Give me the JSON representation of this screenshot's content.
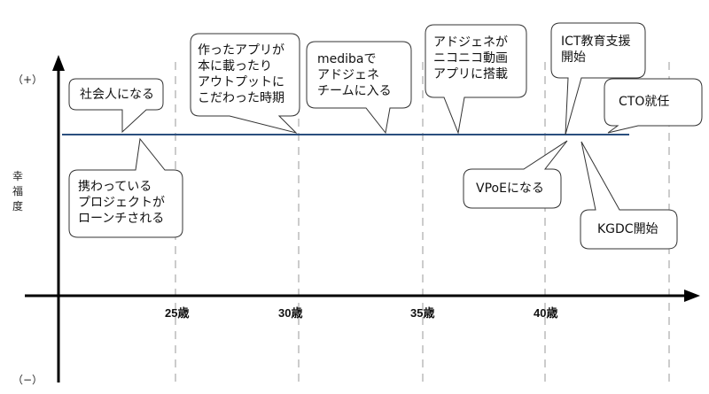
{
  "y_axis": {
    "plus_label": "（+）",
    "minus_label": "（−）",
    "title_chars": [
      "幸",
      "福",
      "度"
    ]
  },
  "x_axis": {
    "ticks": [
      {
        "age": 25,
        "label": "25歳"
      },
      {
        "age": 30,
        "label": "30歳"
      },
      {
        "age": 35,
        "label": "35歳"
      },
      {
        "age": 40,
        "label": "40歳"
      }
    ],
    "extra_gridline_age": 45
  },
  "colors": {
    "axis": "#000000",
    "happiness_line": "#2b4f7e",
    "gridline": "#cccccc",
    "callout_border": "#333333"
  },
  "events": [
    {
      "id": "shakaijin",
      "text": "社会人になる",
      "position": "above"
    },
    {
      "id": "launch",
      "text": "携わっている\nプロジェクトが\nローンチされる",
      "position": "below"
    },
    {
      "id": "app-book",
      "text": "作ったアプリが\n本に載ったり\nアウトプットに\nこだわった時期",
      "position": "above"
    },
    {
      "id": "mediba",
      "text": "medibaで\nアドジェネ\nチームに入る",
      "position": "above"
    },
    {
      "id": "niconico",
      "text": "アドジェネが\nニコニコ動画\nアプリに搭載",
      "position": "above"
    },
    {
      "id": "ict",
      "text": "ICT教育支援\n開始",
      "position": "above"
    },
    {
      "id": "cto",
      "text": "CTO就任",
      "position": "above"
    },
    {
      "id": "vpoe",
      "text": "VPoEになる",
      "position": "below"
    },
    {
      "id": "kgdc",
      "text": "KGDC開始",
      "position": "below"
    }
  ]
}
